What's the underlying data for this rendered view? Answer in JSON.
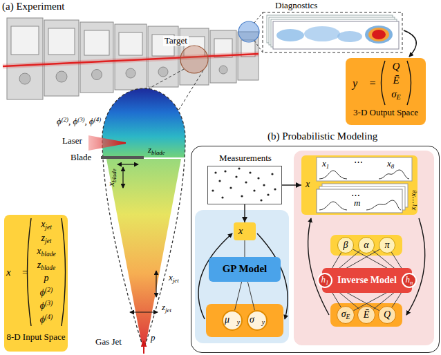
{
  "diagram": {
    "nodes": [
      {
        "text": [
          "y⃗ =",
          "Q",
          "Ē",
          "σE",
          "3-D Output Space"
        ]
      },
      {
        "text": [
          "x⃗ =",
          "xjet",
          "zjet",
          "xblade",
          "zblade",
          "p",
          "ϕ(2)",
          "ϕ(3)",
          "ϕ(4)",
          "8-D Input Space"
        ]
      },
      {
        "text": [
          "(b) Probabilistic Modeling"
        ]
      },
      {
        "text": [
          "Measurements"
        ],
        "in": 2
      },
      {
        "text": [
          "x⃗"
        ],
        "in": 2
      },
      {
        "text": [
          "GP Model"
        ],
        "in": 2
      },
      {
        "text": [
          "μ⃗y"
        ],
        "in": 2
      },
      {
        "text": [
          "σ⃗y"
        ],
        "in": 2
      },
      {
        "text": [
          "x⃗",
          "x1",
          "⋯",
          "x8",
          "⋯",
          "m",
          "x1⋯x8"
        ],
        "in": 2
      },
      {
        "text": [
          "β"
        ],
        "in": 2
      },
      {
        "text": [
          "α"
        ],
        "in": 2
      },
      {
        "text": [
          "π"
        ],
        "in": 2
      },
      {
        "text": [
          "Inverse Model"
        ],
        "in": 2
      },
      {
        "text": [
          "h1"
        ],
        "in": 2
      },
      {
        "text": [
          "hn"
        ],
        "in": 2
      },
      {
        "text": [
          "σE"
        ],
        "in": 2
      },
      {
        "text": [
          "Ē"
        ],
        "in": 2
      },
      {
        "text": [
          "Q"
        ],
        "in": 2
      }
    ],
    "edges": [
      {
        "from": 3,
        "to": 4,
        "arrow": "to"
      },
      {
        "from": 3,
        "to": 8,
        "arrow": "to"
      },
      {
        "from": 4,
        "to": 5,
        "arrow": "none"
      },
      {
        "from": 5,
        "to": 6,
        "arrow": "none"
      },
      {
        "from": 5,
        "to": 7,
        "arrow": "none"
      },
      {
        "from": 13,
        "to": 9,
        "arrow": "none"
      },
      {
        "from": 13,
        "to": 10,
        "arrow": "none"
      },
      {
        "from": 13,
        "to": 11,
        "arrow": "none"
      },
      {
        "from": 14,
        "to": 9,
        "arrow": "none"
      },
      {
        "from": 14,
        "to": 10,
        "arrow": "none"
      },
      {
        "from": 14,
        "to": 11,
        "arrow": "none"
      },
      {
        "from": 13,
        "to": 15,
        "arrow": "none"
      },
      {
        "from": 13,
        "to": 16,
        "arrow": "none"
      },
      {
        "from": 13,
        "to": 17,
        "arrow": "none"
      },
      {
        "from": 14,
        "to": 15,
        "arrow": "none"
      },
      {
        "from": 14,
        "to": 16,
        "arrow": "none"
      },
      {
        "from": 14,
        "to": 17,
        "arrow": "none"
      }
    ],
    "labels": [
      "(a) Experiment",
      "Diagnostics",
      "Target",
      "Laser",
      "ϕ(2), ϕ(3), ϕ(4)",
      "Blade",
      "zblade",
      "xblade",
      "xjet",
      "zjet",
      "p",
      "Gas Jet"
    ]
  }
}
